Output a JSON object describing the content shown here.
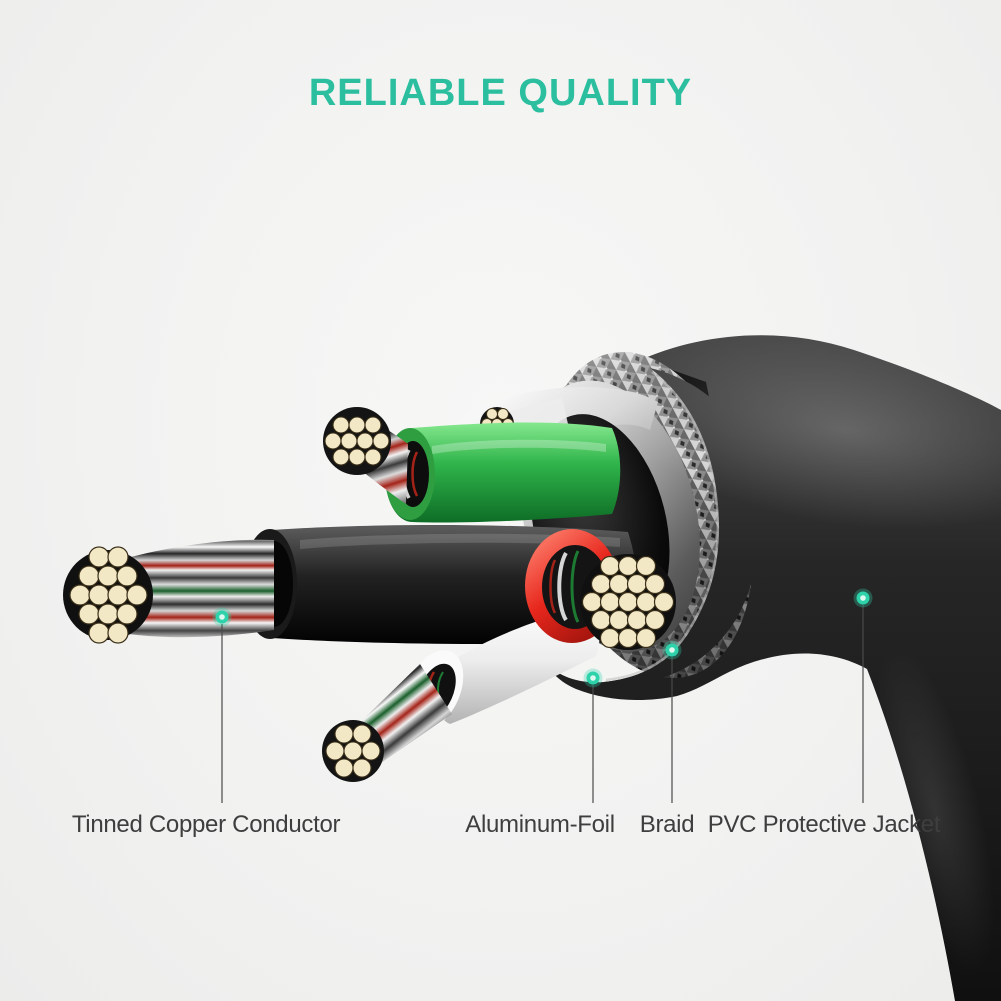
{
  "title": {
    "text": "RELIABLE QUALITY"
  },
  "callouts": [
    {
      "label": "Tinned Copper Conductor",
      "dot_icon": "callout-dot-icon"
    },
    {
      "label": "Aluminum-Foil",
      "dot_icon": "callout-dot-icon"
    },
    {
      "label": "Braid",
      "dot_icon": "callout-dot-icon"
    },
    {
      "label": "PVC Protective Jacket",
      "dot_icon": "callout-dot-icon"
    }
  ],
  "colors": {
    "accent_teal": "#2bbf9f",
    "callout_dot": "#2fd3ab",
    "label_text": "#3e3e3e",
    "background": "#f3f3f2",
    "pvc_jacket": "#1d1d1d",
    "wire_green": "#2fb44a",
    "wire_red": "#e7271d",
    "wire_white": "#ffffff",
    "wire_black": "#1a1a1a",
    "tinned_copper_strand": "#f2e8c6",
    "aluminum_foil": "#cfcfcf",
    "braid_silver": "#9a9a9a"
  }
}
